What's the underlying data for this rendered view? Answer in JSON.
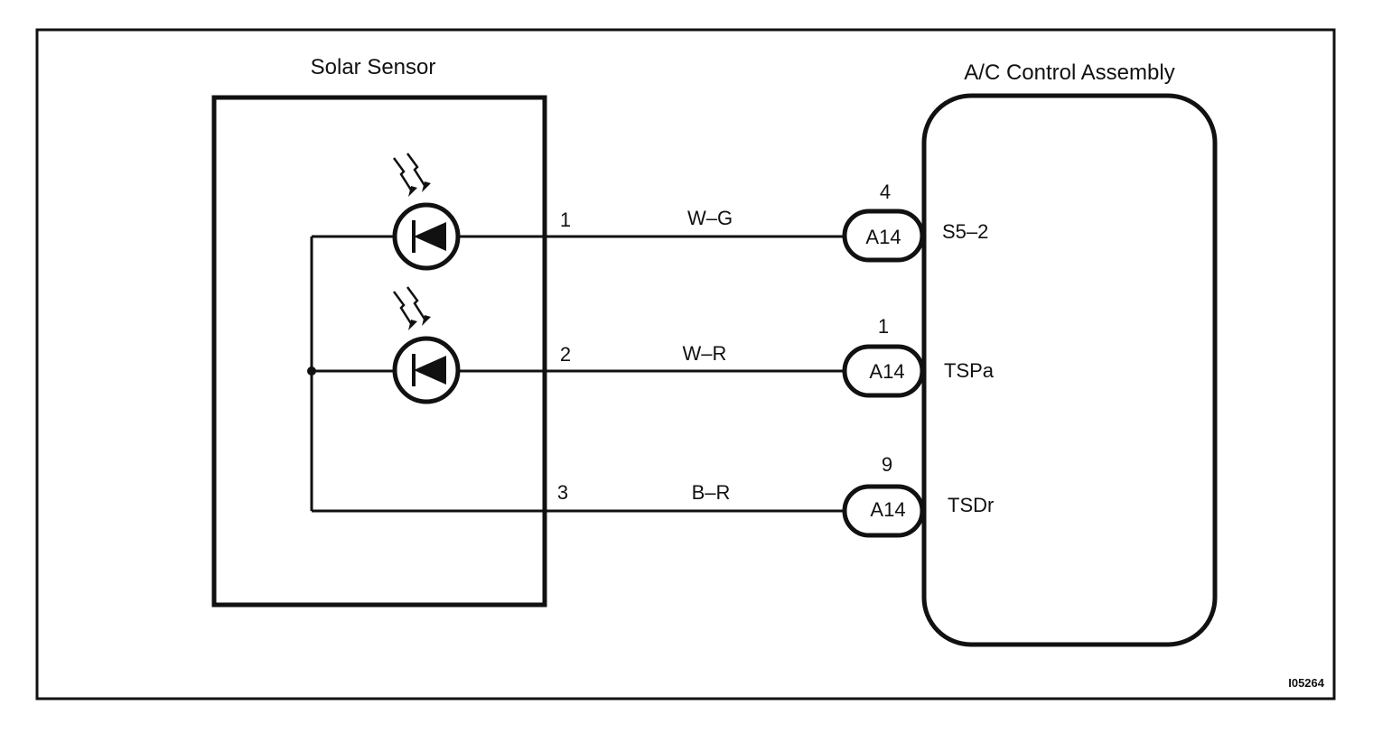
{
  "diagram": {
    "left_component": "Solar Sensor",
    "right_component": "A/C Control Assembly",
    "figure_id": "I05264",
    "wires": [
      {
        "sensor_pin": "1",
        "wire_color": "W–G",
        "connector": "A14",
        "connector_pin": "4",
        "terminal": "S5–2"
      },
      {
        "sensor_pin": "2",
        "wire_color": "W–R",
        "connector": "A14",
        "connector_pin": "1",
        "terminal": "TSPa"
      },
      {
        "sensor_pin": "3",
        "wire_color": "B–R",
        "connector": "A14",
        "connector_pin": "9",
        "terminal": "TSDr"
      }
    ]
  }
}
